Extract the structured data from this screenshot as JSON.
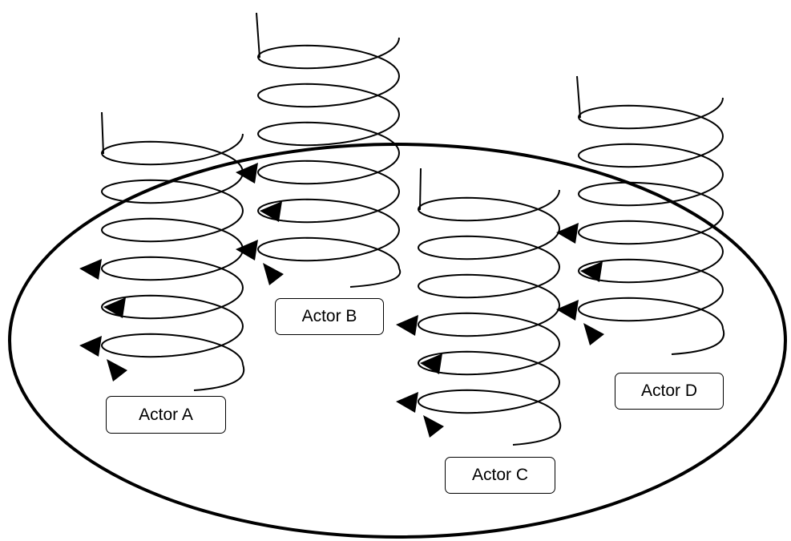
{
  "diagram": {
    "actors": [
      {
        "label": "Actor A"
      },
      {
        "label": "Actor B"
      },
      {
        "label": "Actor C"
      },
      {
        "label": "Actor D"
      }
    ],
    "colors": {
      "stroke": "#000000",
      "background": "#ffffff"
    }
  }
}
